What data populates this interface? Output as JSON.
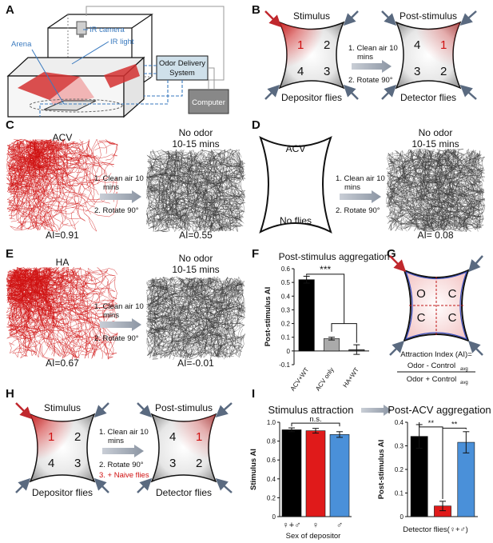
{
  "panels": {
    "A": "A",
    "B": "B",
    "C": "C",
    "D": "D",
    "E": "E",
    "F": "F",
    "G": "G",
    "H": "H",
    "I": "I"
  },
  "panel_a": {
    "ir_camera": "IR camera",
    "ir_light": "IR light",
    "arena": "Arena",
    "odor_system_1": "Odor Delivery",
    "odor_system_2": "System",
    "computer": "Computer"
  },
  "panel_b": {
    "stimulus": "Stimulus",
    "post_stimulus": "Post-stimulus",
    "step1a": "1. Clean air 10",
    "step1b": "mins",
    "step2": "2. Rotate 90°",
    "depositor": "Depositor flies",
    "detector": "Detector flies",
    "q_left": [
      "1",
      "2",
      "4",
      "3"
    ],
    "q_right": [
      "4",
      "1",
      "3",
      "2"
    ]
  },
  "panel_c": {
    "odor": "ACV",
    "no_odor": "No odor",
    "duration": "10-15 mins",
    "step1a": "1. Clean air 10",
    "step1b": "mins",
    "step2": "2. Rotate 90°",
    "ai_left": "AI=0.91",
    "ai_right": "AI=0.55"
  },
  "panel_d": {
    "odor": "ACV",
    "no_flies": "No flies",
    "no_odor": "No odor",
    "duration": "10-15 mins",
    "step1a": "1. Clean air 10",
    "step1b": "mins",
    "step2": "2. Rotate 90°",
    "ai_right": "AI= 0.08"
  },
  "panel_e": {
    "odor": "HA",
    "no_odor": "No odor",
    "duration": "10-15 mins",
    "step1a": "1. Clean air 10",
    "step1b": "mins",
    "step2": "2. Rotate 90°",
    "ai_left": "AI=0.67",
    "ai_right": "AI=-0.01"
  },
  "panel_g": {
    "quadrants": [
      "O",
      "C",
      "C",
      "C"
    ],
    "formula_title": "Attraction Index (AI)=",
    "numerator": "Odor - Control",
    "denominator": "Odor + Control",
    "subscript": "avg"
  },
  "panel_h": {
    "stimulus": "Stimulus",
    "post_stimulus": "Post-stimulus",
    "step1a": "1. Clean air 10",
    "step1b": "mins",
    "step2": "2. Rotate 90°",
    "step3": "3. + Naive flies",
    "depositor": "Depositor flies",
    "detector": "Detector flies",
    "q_left": [
      "1",
      "2",
      "4",
      "3"
    ],
    "q_right": [
      "4",
      "1",
      "3",
      "2"
    ]
  },
  "panel_i": {
    "title_left": "Stimulus attraction",
    "title_right": "Post-ACV aggregation",
    "xlabel_left": "Sex of depositor",
    "xlabel_right": "Detector flies(♀+♂)"
  },
  "colors": {
    "black": "#000000",
    "grey": "#aaaaaa",
    "red": "#e01a1a",
    "blue": "#4a90d9",
    "arrow": "#5a6a80"
  },
  "chart_data": [
    {
      "type": "bar",
      "title": "Post-stimulus aggregation",
      "ylabel": "Post-stimulus AI",
      "categories": [
        "ACV+WT",
        "ACV only",
        "HA+WT"
      ],
      "values": [
        0.52,
        0.09,
        0.01
      ],
      "errors": [
        0.025,
        0.01,
        0.035
      ],
      "colors": [
        "#000000",
        "#aaaaaa",
        "#555555"
      ],
      "ylim": [
        -0.1,
        0.6
      ],
      "yticks": [
        "-0.1",
        "0",
        "0.1",
        "0.2",
        "0.3",
        "0.4",
        "0.5",
        "0.6"
      ],
      "significance": "***"
    },
    {
      "type": "bar",
      "title": "Stimulus attraction",
      "ylabel": "Stimulus AI",
      "xlabel": "Sex of depositor",
      "categories": [
        "♀+♂",
        "♀",
        "♂"
      ],
      "values": [
        0.92,
        0.91,
        0.87
      ],
      "errors": [
        0.02,
        0.025,
        0.03
      ],
      "colors": [
        "#000000",
        "#e01a1a",
        "#4a90d9"
      ],
      "ylim": [
        0,
        1.0
      ],
      "yticks": [
        "0",
        "0.2",
        "0.4",
        "0.6",
        "0.8",
        "1.0"
      ],
      "significance": "n.s."
    },
    {
      "type": "bar",
      "title": "Post-ACV aggregation",
      "ylabel": "Post-stimulus AI",
      "xlabel": "Detector flies(♀+♂)",
      "values": [
        0.34,
        0.045,
        0.315
      ],
      "errors": [
        0.05,
        0.02,
        0.045
      ],
      "colors": [
        "#000000",
        "#e01a1a",
        "#4a90d9"
      ],
      "ylim": [
        0,
        0.4
      ],
      "yticks": [
        "0",
        "0.1",
        "0.2",
        "0.3",
        "0.4"
      ],
      "significance": [
        "**",
        "**"
      ]
    }
  ]
}
